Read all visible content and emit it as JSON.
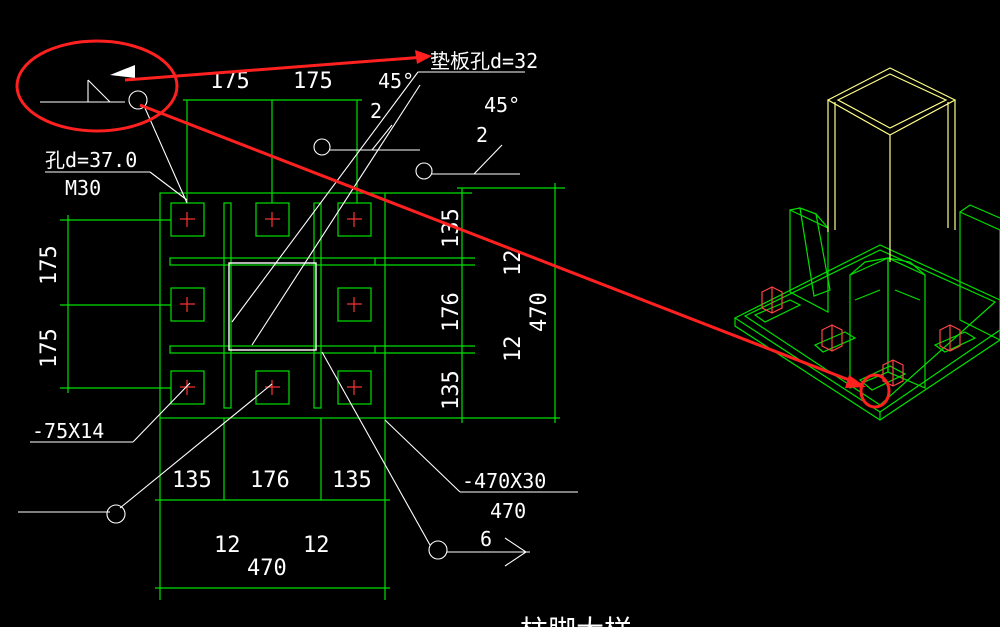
{
  "colors": {
    "background": "#000000",
    "green": "#00e000",
    "white": "#ffffff",
    "red": "#ff0000",
    "annot_red": "#ff2020",
    "yellow": "#ffff66",
    "bolt_red": "#ff3333"
  },
  "labels": {
    "top_dim_1": "175",
    "top_dim_2": "175",
    "washer_hole": "垫板孔d=32",
    "weld_angle_1": "45°",
    "weld_size_1": "2",
    "weld_angle_2": "45°",
    "weld_size_2": "2",
    "hole_dia": "孔d=37.0",
    "bolt_size": "M30",
    "left_dim_1": "175",
    "left_dim_2": "175",
    "right_dim_1": "135",
    "right_dim_2": "176",
    "right_dim_3": "135",
    "right_gap_1": "12",
    "right_gap_2": "12",
    "right_total": "470",
    "washer_plate": "-75X14",
    "base_plate": "-470X30",
    "base_plate_dim": "470",
    "bottom_dim_1": "135",
    "bottom_dim_2": "176",
    "bottom_dim_3": "135",
    "bottom_gap_1": "12",
    "bottom_gap_2": "12",
    "bottom_total": "470",
    "section_no": "6",
    "bottom_partial": "柱脚大样"
  }
}
